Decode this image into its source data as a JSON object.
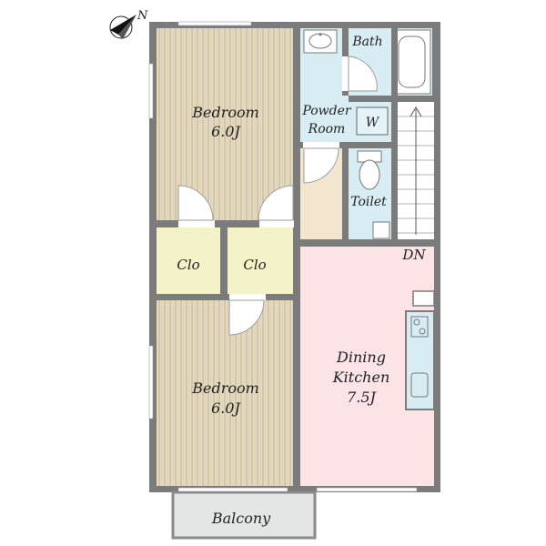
{
  "compass": {
    "label": "N"
  },
  "rooms": {
    "bedroom_top": {
      "name": "Bedroom",
      "size": "6.0J"
    },
    "bedroom_bottom": {
      "name": "Bedroom",
      "size": "6.0J"
    },
    "closet_left": {
      "name": "Clo"
    },
    "closet_right": {
      "name": "Clo"
    },
    "bath": {
      "name": "Bath"
    },
    "powder_room": {
      "line1": "Powder",
      "line2": "Room"
    },
    "washer": {
      "name": "W"
    },
    "toilet": {
      "name": "Toilet"
    },
    "stairs": {
      "label": "DN"
    },
    "dining_kitchen": {
      "line1": "Dining",
      "line2": "Kitchen",
      "size": "7.5J"
    },
    "balcony": {
      "name": "Balcony"
    }
  },
  "colors": {
    "bedroom": "#e6dcc4",
    "bedroom_stripe": "#c9b996",
    "closet": "#f4f2c8",
    "wet_area": "#d7edf3",
    "dining_kitchen": "#fbe3e6",
    "entry": "#f2e6cf",
    "balcony": "#e4e6e6",
    "wall": "#7b7b7b"
  }
}
